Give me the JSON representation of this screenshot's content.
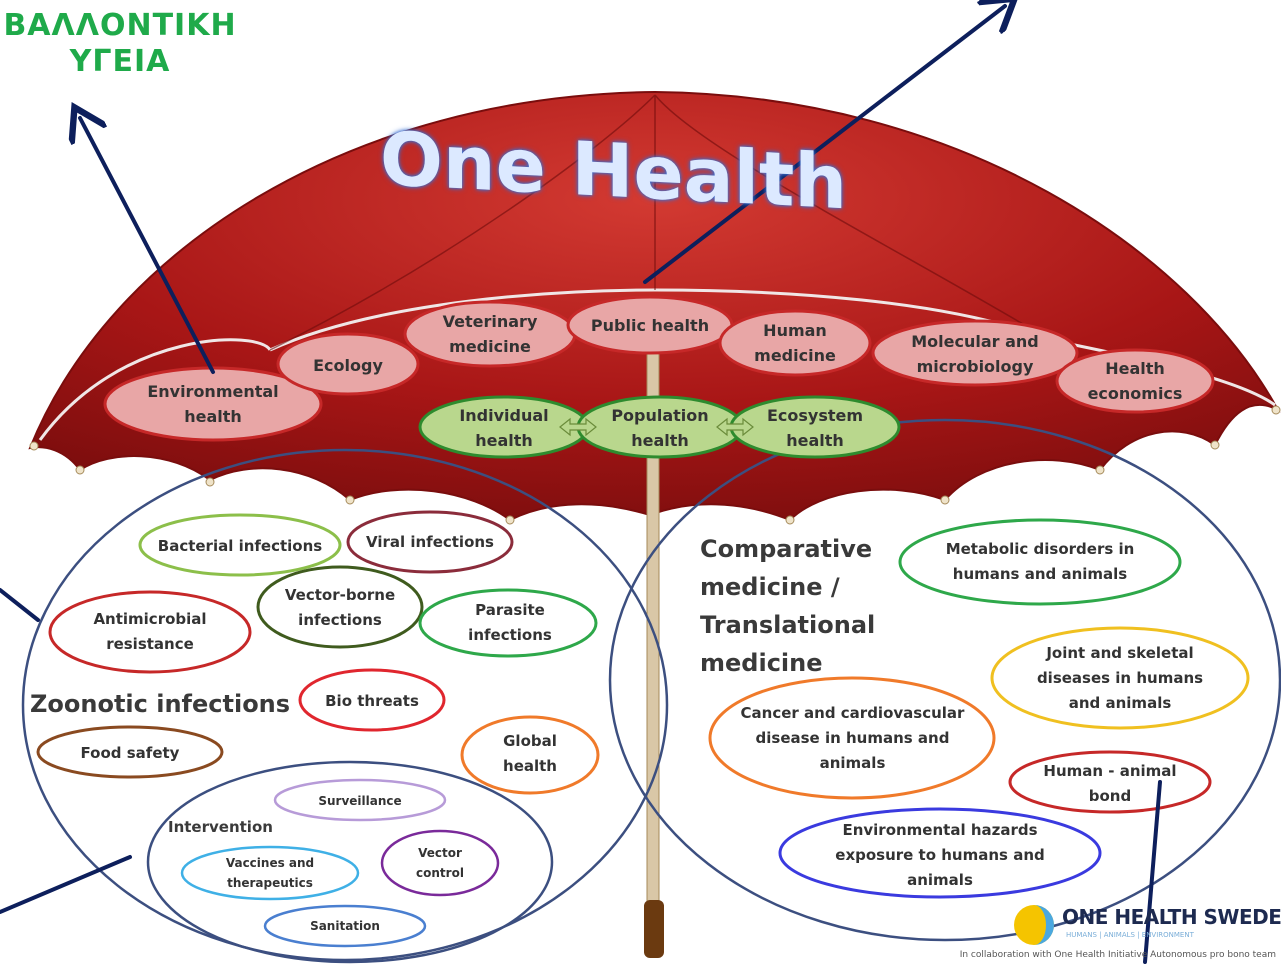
{
  "greek_label": {
    "line1": "ΒΑΛΛΟΝΤΙΚΗ",
    "line2": "ΥΓΕΙΑ"
  },
  "title": "One Health",
  "canopy_disciplines": [
    "Environmental health",
    "Ecology",
    "Veterinary medicine",
    "Public health",
    "Human medicine",
    "Molecular and microbiology",
    "Health economics"
  ],
  "health_levels": [
    "Individual health",
    "Population health",
    "Ecosystem health"
  ],
  "left_circle": {
    "items": [
      "Bacterial infections",
      "Viral infections",
      "Vector-borne infections",
      "Parasite infections",
      "Antimicrobial resistance",
      "Bio threats",
      "Global health",
      "Food safety"
    ],
    "heading": "Zoonotic infections",
    "intervention": {
      "heading": "Intervention",
      "items": [
        "Surveillance",
        "Vaccines and therapeutics",
        "Vector control",
        "Sanitation"
      ]
    }
  },
  "right_circle": {
    "heading": "Comparative medicine / Translational medicine",
    "items": [
      "Metabolic disorders in humans and animals",
      "Joint and skeletal diseases in humans and animals",
      "Cancer and cardiovascular disease in humans and animals",
      "Human - animal bond",
      "Environmental hazards exposure to humans and animals"
    ]
  },
  "logo": {
    "name": "ONE HEALTH SWEDEN",
    "tagline": "HUMANS | ANIMALS | ENVIRONMENT",
    "credit": "In collaboration with One Health Initiative Autonomous pro bono team"
  },
  "colors": {
    "canopy": "#b01a1a",
    "pill_red": "#e8a6a6",
    "pill_green": "#b9d78d",
    "arrow": "#0d1f5c",
    "greek": "#1faa4a"
  }
}
